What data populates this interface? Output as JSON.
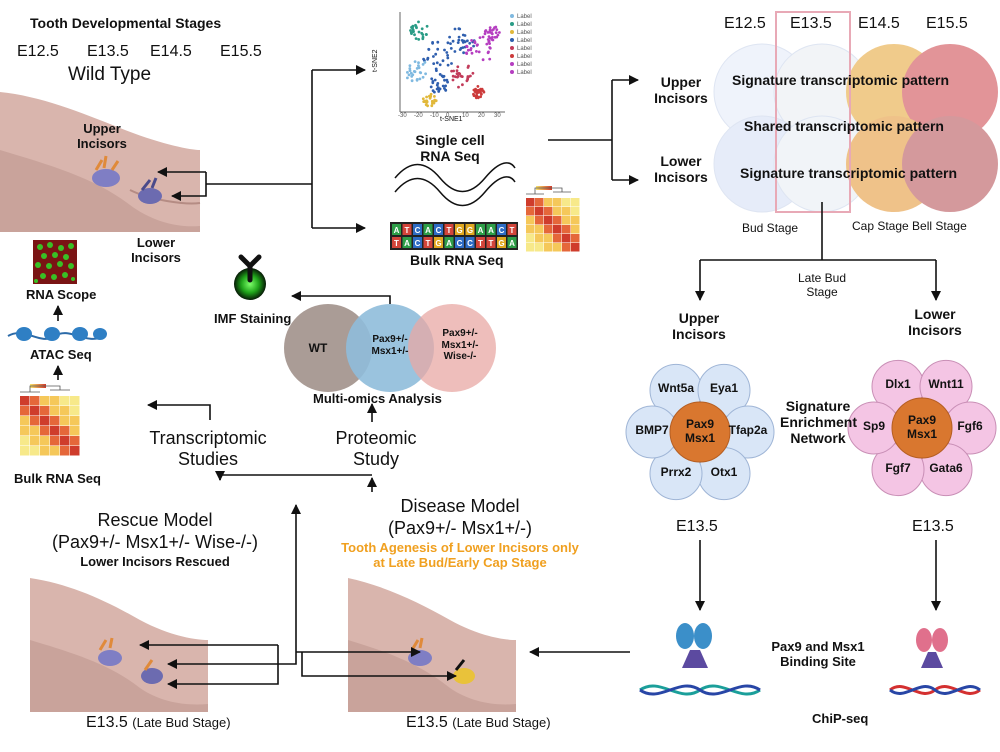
{
  "top_left": {
    "title": "Tooth Developmental Stages",
    "stages": [
      "E12.5",
      "E13.5",
      "E14.5",
      "E15.5"
    ],
    "model_label": "Wild Type",
    "upper_incisors": [
      "Upper",
      "Incisors"
    ],
    "lower_incisors": [
      "Lower",
      "Incisors"
    ]
  },
  "sequencing": {
    "single_cell": [
      "Single cell",
      "RNA Seq"
    ],
    "bulk": "Bulk RNA Seq",
    "tsne_axis_x": "t-SNE1",
    "tsne_axis_y": "t-SNE2",
    "tsne_legend_item": "Label",
    "tsne_ticks_x": [
      "-30",
      "-20",
      "-10",
      "0",
      "10",
      "20",
      "30"
    ],
    "dna_top": [
      "A",
      "T",
      "C",
      "A",
      "C",
      "T",
      "G",
      "G",
      "A",
      "A",
      "C",
      "T"
    ],
    "dna_bottom": [
      "T",
      "A",
      "C",
      "T",
      "G",
      "A",
      "C",
      "C",
      "T",
      "T",
      "G",
      "A"
    ]
  },
  "venn_top": {
    "stages": [
      "E12.5",
      "E13.5",
      "E14.5",
      "E15.5"
    ],
    "upper_label": [
      "Upper",
      "Incisors"
    ],
    "lower_label": [
      "Lower",
      "Incisors"
    ],
    "row1": "Signature transcriptomic pattern",
    "row2": "Shared transcriptomic pattern",
    "row3": "Signature transcriptomic pattern",
    "bud_stage": "Bud Stage",
    "cap_bell_stage": "Cap Stage  Bell  Stage",
    "late_bud_stage": [
      "Late Bud",
      "Stage"
    ]
  },
  "left_column": {
    "rna_scope": "RNA Scope",
    "atac_seq": "ATAC Seq",
    "bulk_rna_seq": "Bulk RNA Seq"
  },
  "multiomics": {
    "imf_staining": "IMF Staining",
    "circle_wt": "WT",
    "circle_middle": [
      "Pax9+/-",
      "Msx1+/-"
    ],
    "circle_right": [
      "Pax9+/-",
      "Msx1+/-",
      "Wise-/-"
    ],
    "title": "Multi-omics Analysis",
    "transcriptomic": [
      "Transcriptomic",
      "Studies"
    ],
    "proteomic": [
      "Proteomic",
      "Study"
    ]
  },
  "models": {
    "rescue_title": "Rescue Model",
    "rescue_genotype": "(Pax9+/- Msx1+/- Wise-/-)",
    "rescue_note": "Lower Incisors Rescued",
    "disease_title": "Disease Model",
    "disease_genotype": "(Pax9+/- Msx1+/-)",
    "disease_note": [
      "Tooth Agenesis of Lower Incisors only",
      "at Late Bud/Early Cap Stage"
    ],
    "stage_label": "E13.5",
    "stage_suffix": "(Late Bud Stage)"
  },
  "networks": {
    "upper_title": [
      "Upper",
      "Incisors"
    ],
    "lower_title": [
      "Lower",
      "Incisors"
    ],
    "center": [
      "Pax9",
      "Msx1"
    ],
    "upper_petals": [
      "Wnt5a",
      "Eya1",
      "Tfap2a",
      "Otx1",
      "Prrx2",
      "BMP7"
    ],
    "lower_petals": [
      "Dlx1",
      "Wnt11",
      "Fgf6",
      "Gata6",
      "Fgf7",
      "Sp9"
    ],
    "middle_label": [
      "Signature",
      "Enrichment",
      "Network"
    ],
    "stage_upper": "E13.5",
    "stage_lower": "E13.5",
    "binding_site": [
      "Pax9 and Msx1",
      "Binding Site"
    ],
    "chip_seq": "ChiP-seq"
  },
  "colors": {
    "jaw": "#d9b5ad",
    "jaw_dark": "#c9a39b",
    "venn_blue": "#d8e2f5",
    "venn_orange": "#e9a24a",
    "venn_red": "#d4595e",
    "highlight_border": "#e8a9b6",
    "wt_circle": "#a59790",
    "het_circle": "#8fbcda",
    "triple_circle": "#e8a8a4",
    "petal_upper": "#d9e6f7",
    "petal_lower": "#f4c5e4",
    "center_fill": "#d9772f",
    "accent_orange": "#f0a020"
  }
}
